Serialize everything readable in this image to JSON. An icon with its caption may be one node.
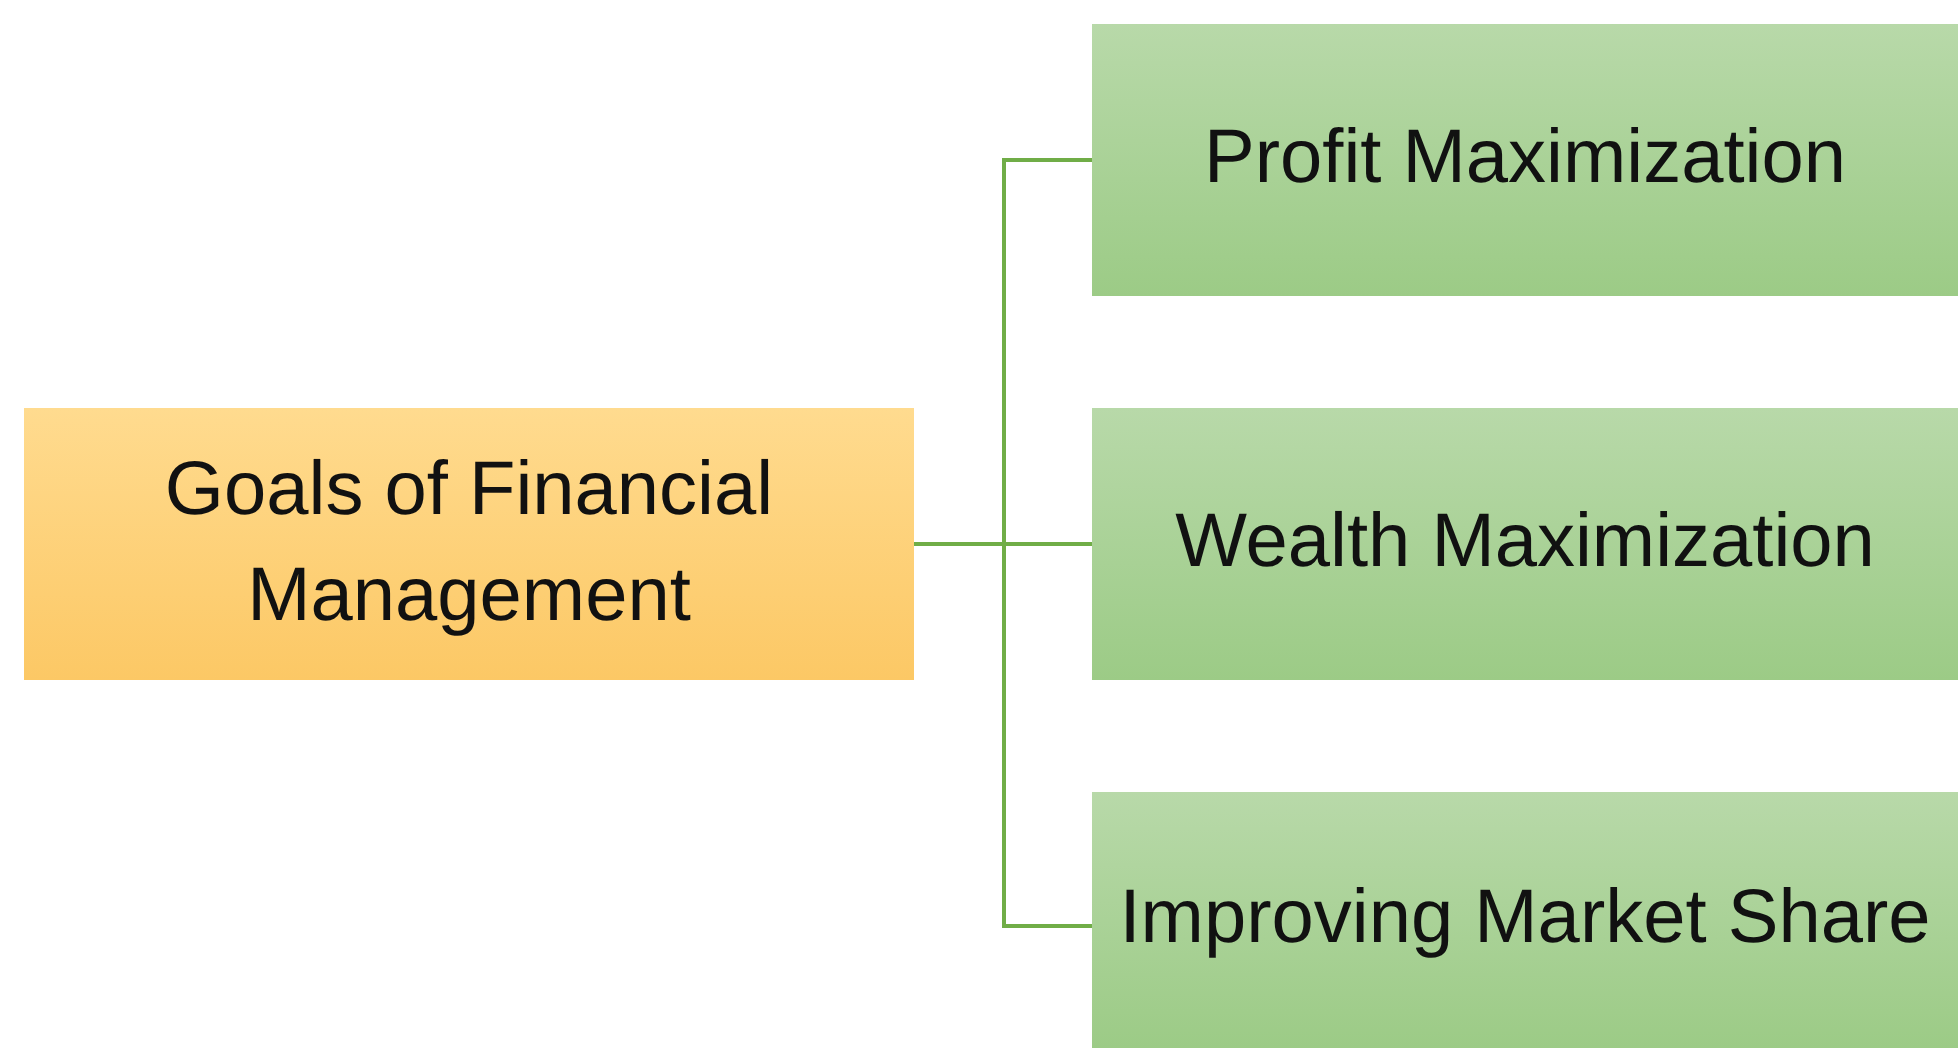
{
  "diagram": {
    "nodes": [
      {
        "text": [
          "Goals of Financial Management"
        ]
      },
      {
        "text": [
          "Profit Maximization"
        ]
      },
      {
        "text": [
          "Wealth Maximization"
        ]
      },
      {
        "text": [
          "Improving Market Share"
        ]
      }
    ],
    "edges": [
      {
        "from": 0,
        "to": 1,
        "arrow": "none"
      },
      {
        "from": 0,
        "to": 2,
        "arrow": "none"
      },
      {
        "from": 0,
        "to": 3,
        "arrow": "none"
      }
    ]
  }
}
